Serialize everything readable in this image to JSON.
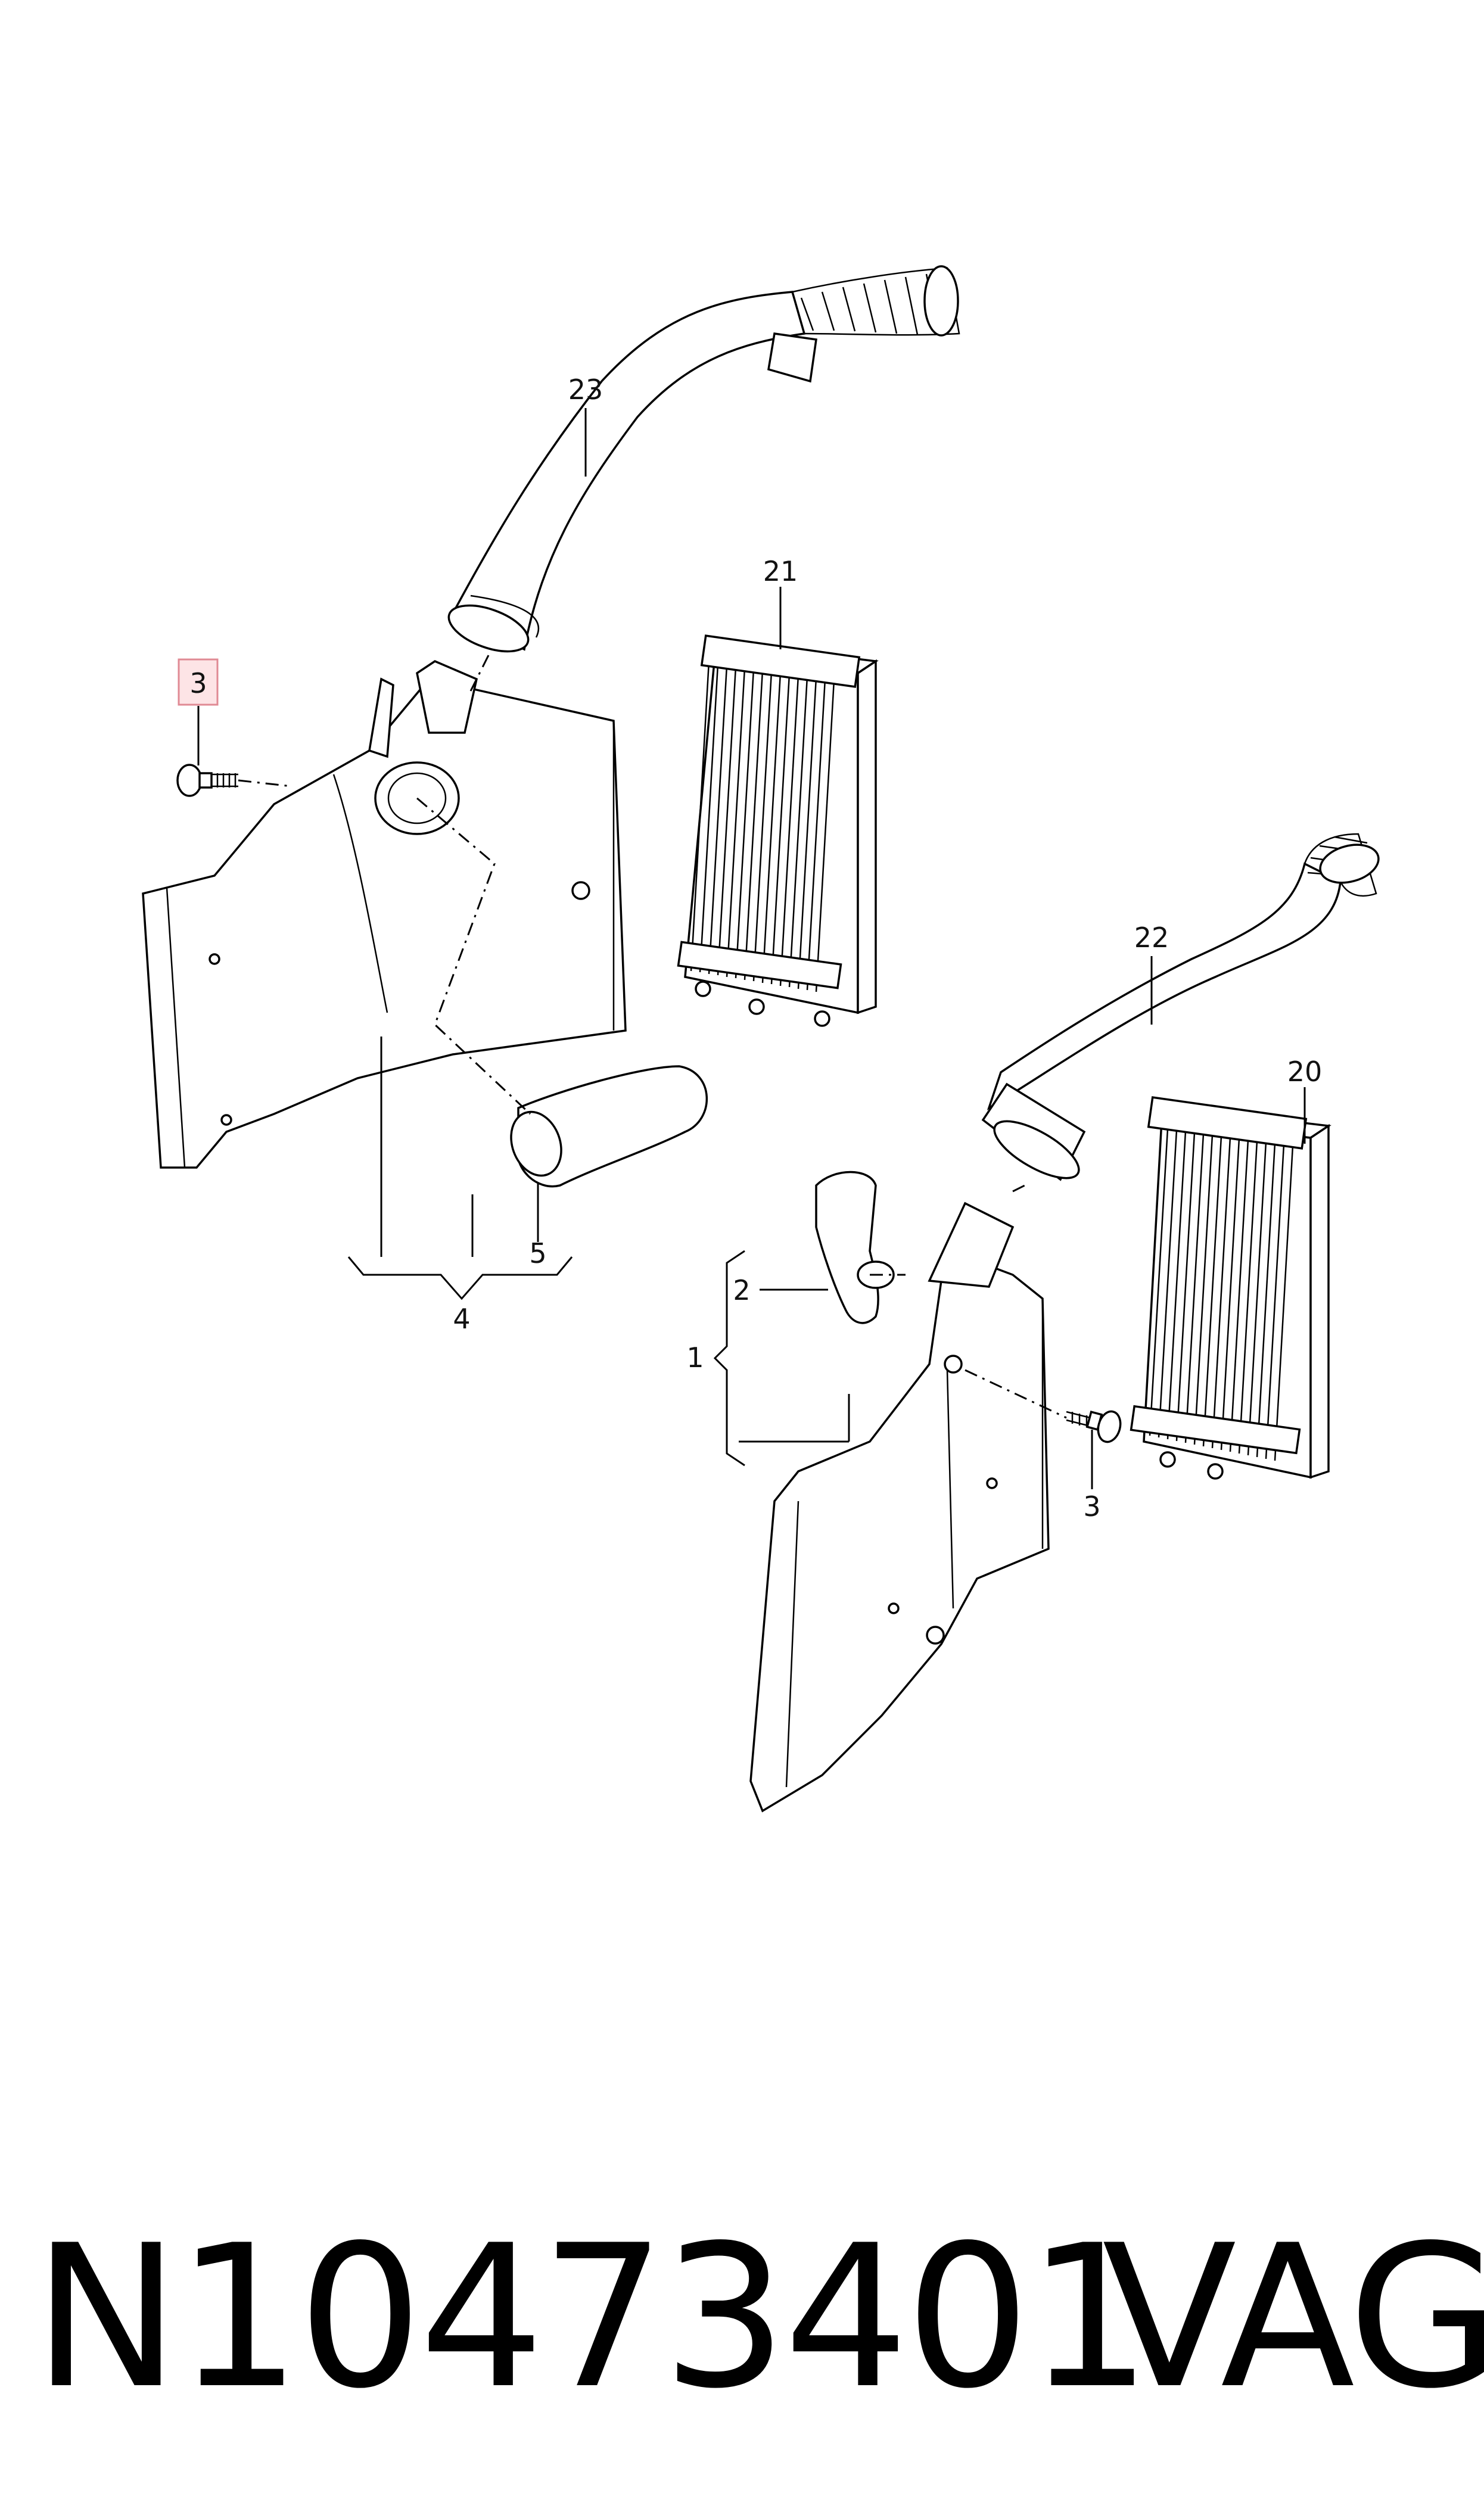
{
  "callouts": {
    "c23": "23",
    "c21": "21",
    "c3_highlighted": "3",
    "c22": "22",
    "c20": "20",
    "c5": "5",
    "c4": "4",
    "c2": "2",
    "c1": "1",
    "c3": "3"
  },
  "footer": {
    "part_number": "N10473401",
    "brand": "VAG"
  },
  "colors": {
    "highlight_fill": "#fde4e6",
    "highlight_stroke": "#e08a94"
  }
}
